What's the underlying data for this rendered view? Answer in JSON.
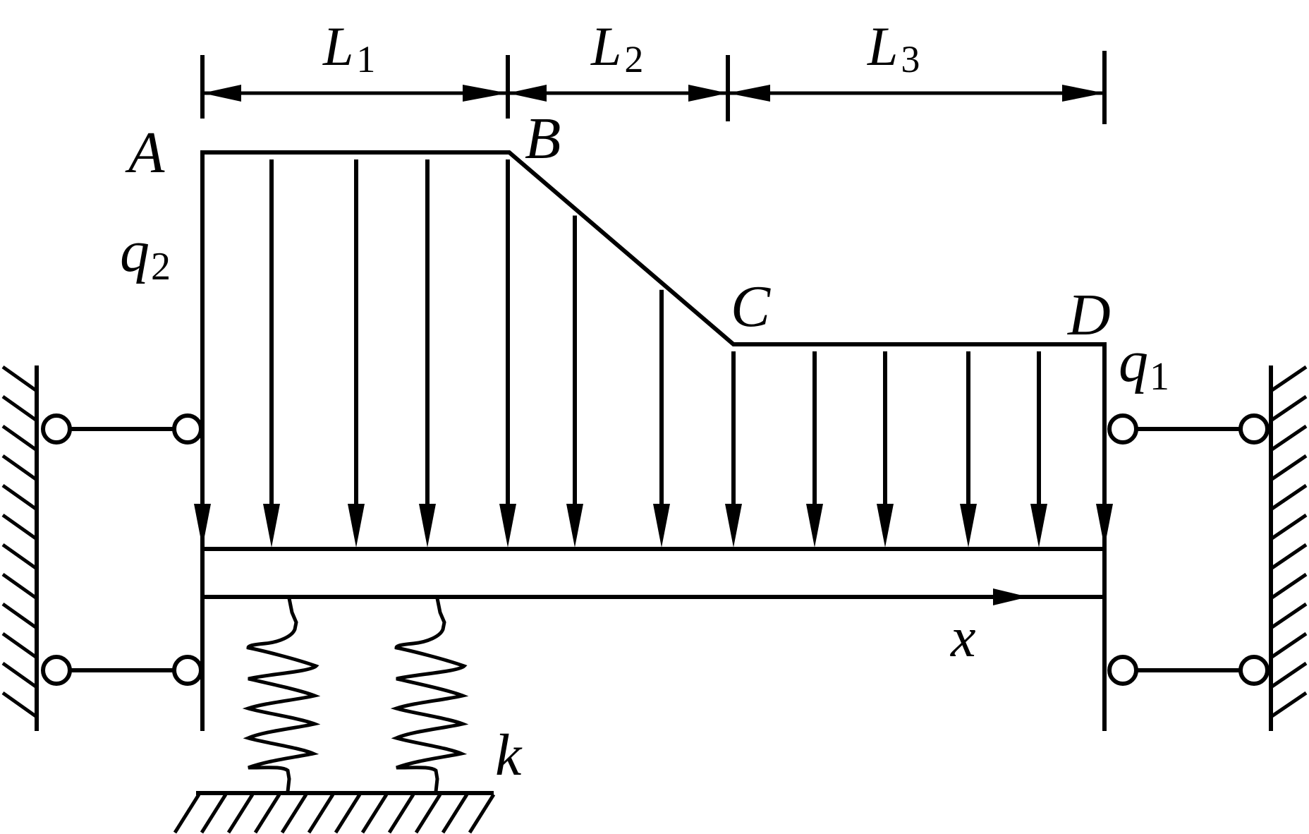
{
  "labels": {
    "point_a": "A",
    "point_b": "B",
    "point_c": "C",
    "point_d": "D",
    "load_q2": {
      "base": "q",
      "sub": "2"
    },
    "load_q1": {
      "base": "q",
      "sub": "1"
    },
    "span_1": {
      "base": "L",
      "sub": "1"
    },
    "span_2": {
      "base": "L",
      "sub": "2"
    },
    "span_3": {
      "base": "L",
      "sub": "3"
    },
    "axis_x": "x",
    "spring_k": "k"
  },
  "colors": {
    "stroke": "#000000",
    "background": "#ffffff"
  }
}
